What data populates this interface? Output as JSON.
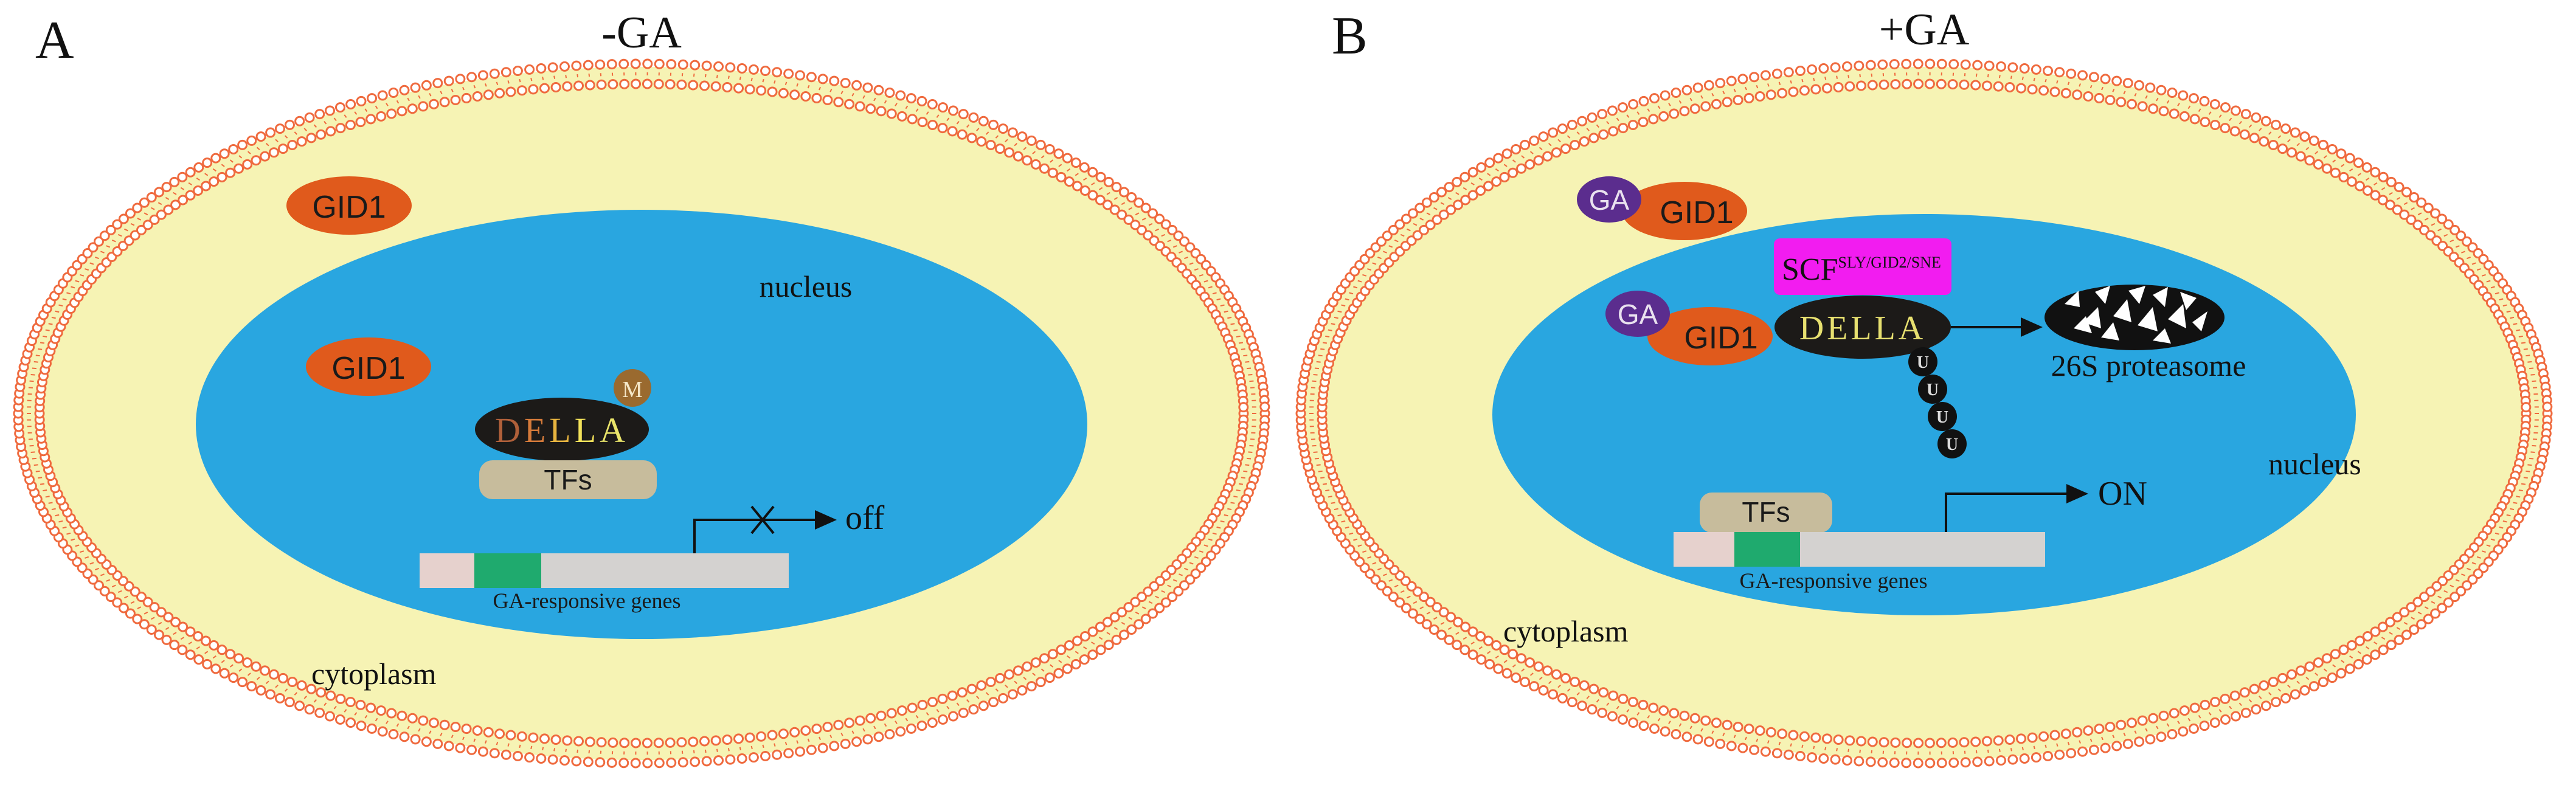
{
  "colors": {
    "cytoplasm": "#f6f3b4",
    "membrane": "#ef6a3e",
    "nucleus": "#29a6e0",
    "gid1": "#e05a1c",
    "ga": "#5b2d8e",
    "della": "#1c1a18",
    "tfs": "#c7bc9c",
    "scf": "#f21cf0",
    "methyl": "#9a6a2f",
    "promoter": "#1faa6e",
    "gene": "#d4d2d0",
    "gene_left": "#e6d1cd"
  },
  "panel_a": {
    "letter": "A",
    "title": "-GA",
    "gid1_cyto": "GID1",
    "gid1_nuc": "GID1",
    "nucleus_label": "nucleus",
    "methyl": "M",
    "della_letters": [
      "D",
      "E",
      "L",
      "L",
      "A"
    ],
    "della_colors": [
      "#b0603a",
      "#d47a3a",
      "#e7b43f",
      "#f2e15a",
      "#e9e46a"
    ],
    "tfs": "TFs",
    "gene_label": "GA-responsive genes",
    "output": "off",
    "cytoplasm_label": "cytoplasm"
  },
  "panel_b": {
    "letter": "B",
    "title": "+GA",
    "ga_cyto": "GA",
    "gid1_cyto": "GID1",
    "scf_main": "SCF",
    "scf_sup": "SLY/GID2/SNE",
    "ga_nuc": "GA",
    "gid1_nuc": "GID1",
    "della": "DELLA",
    "ub": [
      "U",
      "U",
      "U",
      "U"
    ],
    "proteasome_label": "26S proteasome",
    "nucleus_label": "nucleus",
    "tfs": "TFs",
    "output": "ON",
    "gene_label": "GA-responsive genes",
    "cytoplasm_label": "cytoplasm"
  }
}
